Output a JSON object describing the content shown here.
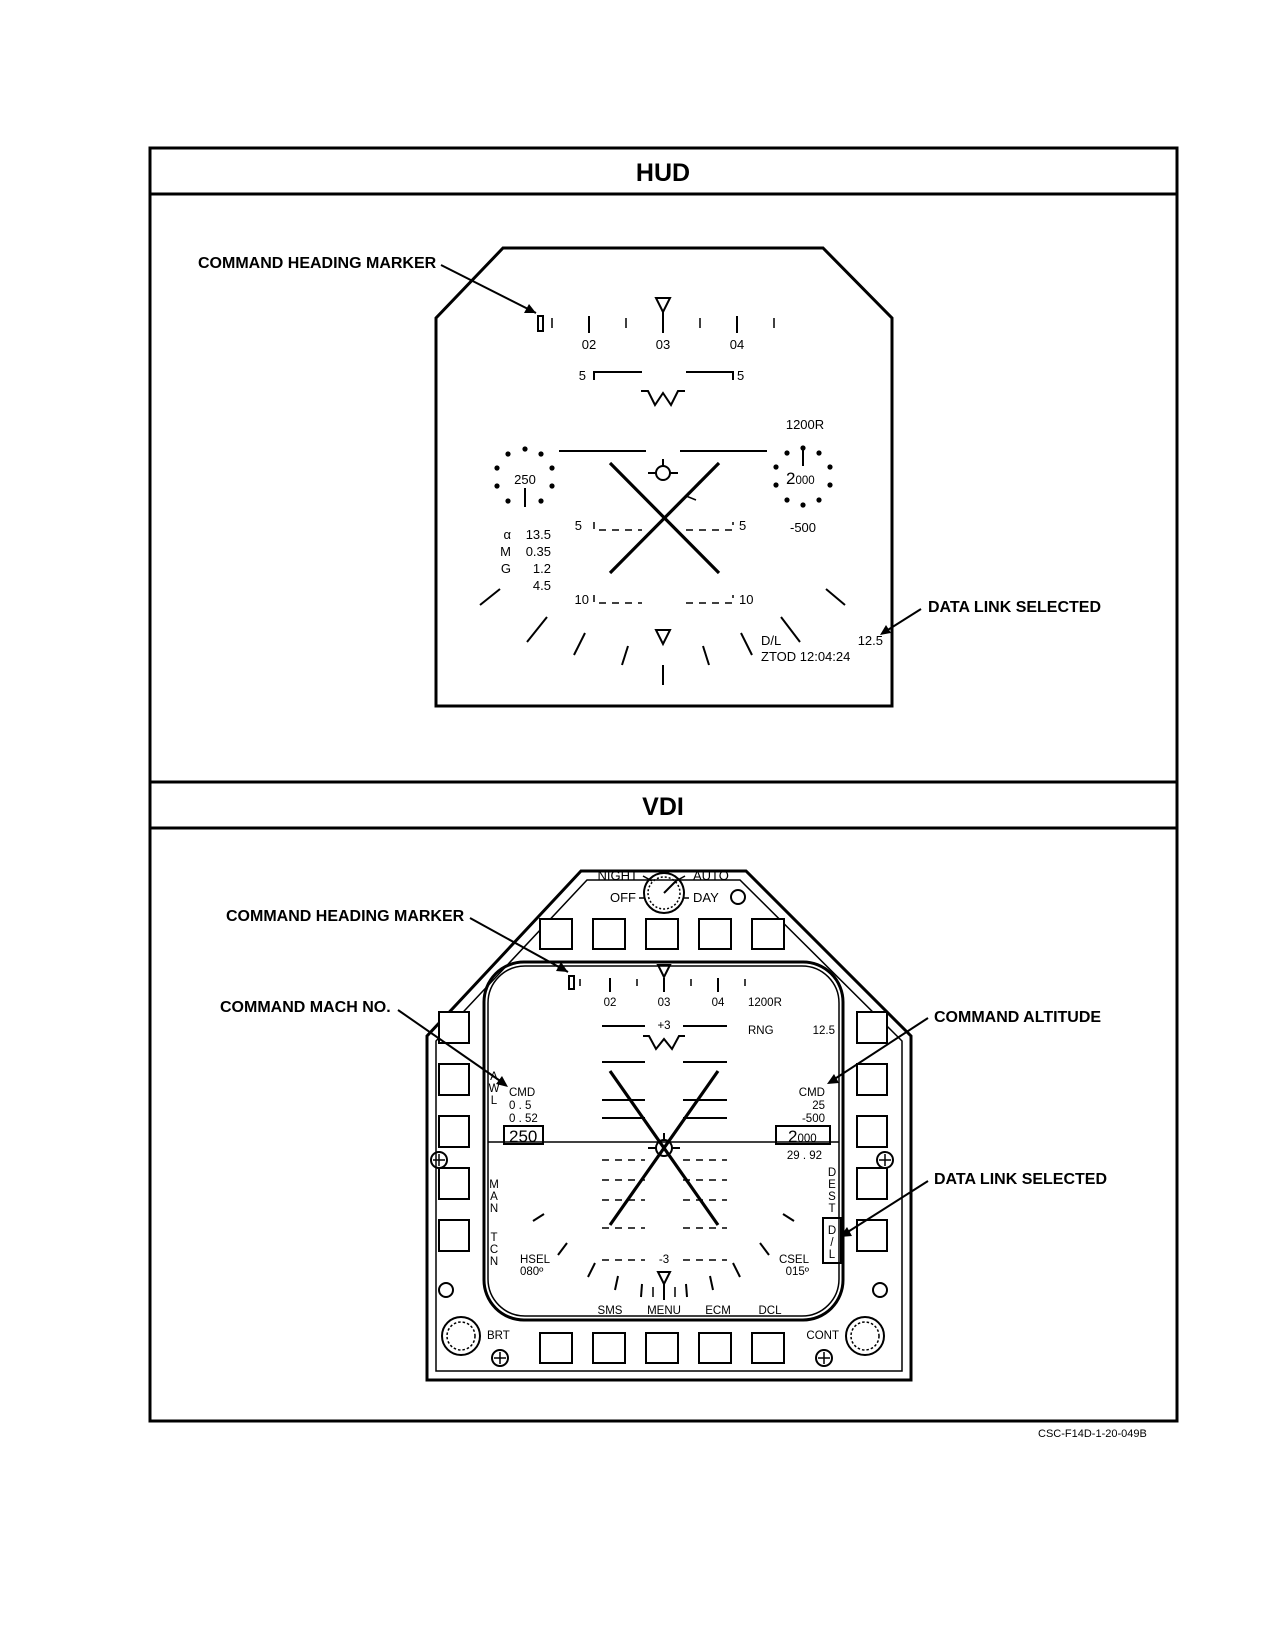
{
  "hud": {
    "title": "HUD",
    "callouts": {
      "heading_marker": "COMMAND HEADING MARKER",
      "data_link": "DATA LINK SELECTED"
    },
    "heading_scale": [
      "02",
      "03",
      "04"
    ],
    "pitch": {
      "p5": "5",
      "p10": "10"
    },
    "airspeed": "250",
    "altitude": {
      "big": "2",
      "small": "000"
    },
    "range": "1200R",
    "vertical_velocity": "-500",
    "flight_data": [
      {
        "label": "α",
        "value": "13.5"
      },
      {
        "label": "M",
        "value": "0.35"
      },
      {
        "label": "G",
        "value": "1.2"
      },
      {
        "label": "",
        "value": "4.5"
      }
    ],
    "data_link": "D/L",
    "ztod": "ZTOD  12:04:24",
    "range_value": "12.5"
  },
  "vdi": {
    "title": "VDI",
    "callouts": {
      "heading_marker": "COMMAND HEADING MARKER",
      "mach": "COMMAND MACH NO.",
      "altitude": "COMMAND ALTITUDE",
      "data_link": "DATA LINK SELECTED"
    },
    "knob": {
      "night": "NIGHT",
      "auto": "AUTO",
      "off": "OFF",
      "day": "DAY"
    },
    "heading_scale": [
      "02",
      "03",
      "04"
    ],
    "range": "1200R",
    "rng": "RNG",
    "range_value": "12.5",
    "pitch_up": "+3",
    "pitch_down": "-3",
    "cmd_left": {
      "label": "CMD",
      "v1": "0 . 5",
      "v2": "0 . 52"
    },
    "cmd_right": {
      "label": "CMD",
      "v1": "25",
      "v2": "-500"
    },
    "airspeed_box": "250",
    "altitude_box": {
      "big": "2",
      "small": "000"
    },
    "baro": "29 . 92",
    "hsel": {
      "label": "HSEL",
      "value": "080º"
    },
    "csel": {
      "label": "CSEL",
      "value": "015º"
    },
    "left_labels": {
      "awl": [
        "A",
        "W",
        "L"
      ],
      "man": [
        "M",
        "A",
        "N"
      ],
      "tcn": [
        "T",
        "C",
        "N"
      ]
    },
    "right_labels": {
      "dest": [
        "D",
        "E",
        "S",
        "T"
      ],
      "dl": [
        "D",
        "/",
        "L"
      ]
    },
    "bottom_labels": [
      "SMS",
      "MENU",
      "ECM",
      "DCL"
    ],
    "brt": "BRT",
    "cont": "CONT"
  },
  "figure_id": "CSC-F14D-1-20-049B"
}
